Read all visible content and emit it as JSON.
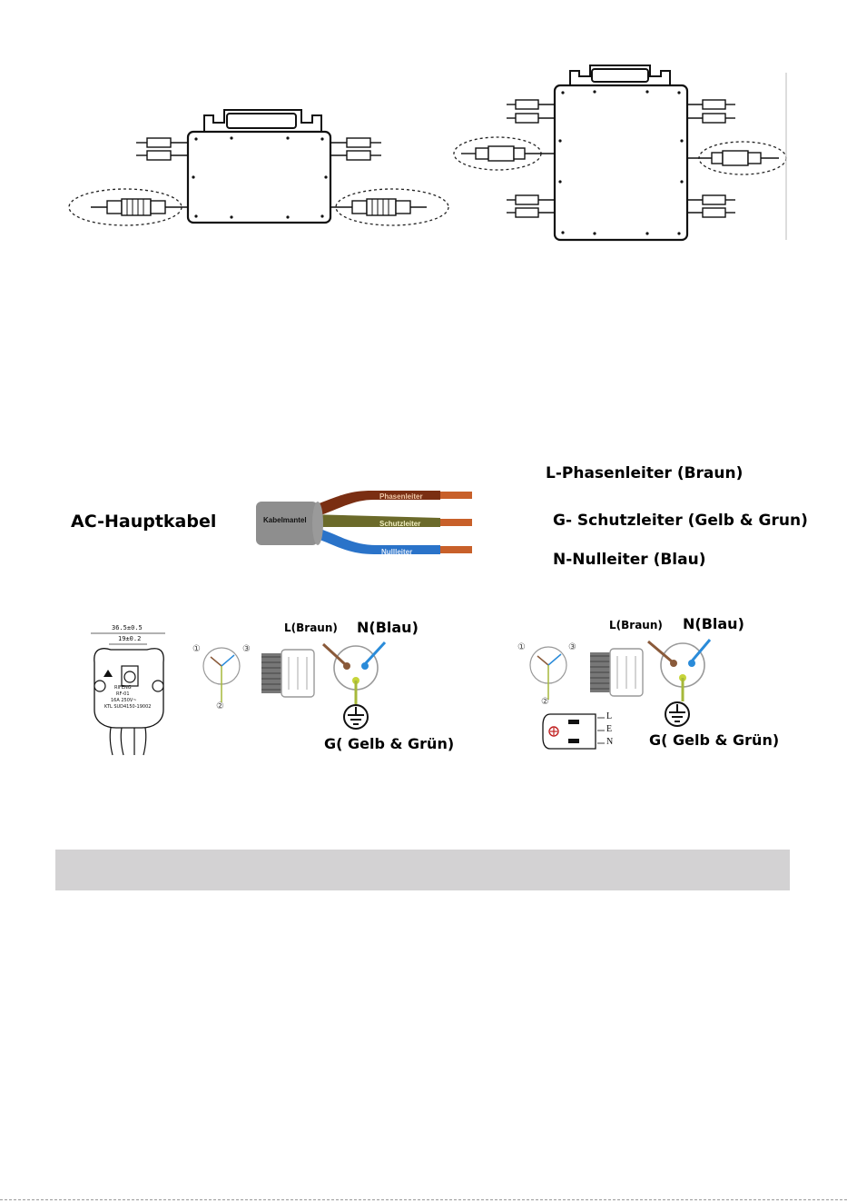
{
  "cable": {
    "title": "AC-Hauptkabel",
    "jacket": "Kabelmantel",
    "wire_phase": "Phasenleiter",
    "wire_earth": "Schutzleiter",
    "wire_neutral": "Nullleiter",
    "legend": {
      "l": "L-Phasenleiter (Braun)",
      "g": "G- Schutzleiter (Gelb & Grun)",
      "n": "N-Nulleiter (Blau)"
    }
  },
  "plug_left": {
    "l_label": "L(Braun)",
    "n_label": "N(Blau)",
    "g_label": "G( Gelb & Grün)",
    "dims": [
      "36.5±0.5",
      "19±0.2"
    ],
    "stamp": [
      "RIFENG",
      "RF-01",
      "16A 250V~",
      "KTL SUD4150-19002"
    ],
    "pins": [
      "①",
      "③",
      "②"
    ]
  },
  "plug_right": {
    "l_label": "L(Braun)",
    "n_label": "N(Blau)",
    "g_label": "G( Gelb & Grün)",
    "pins": [
      "①",
      "③",
      "②"
    ],
    "socket_letters": [
      "L",
      "E",
      "N"
    ]
  },
  "colors": {
    "brown": "#7a2e12",
    "olive": "#6b6a2a",
    "blue": "#2a73c9",
    "copper": "#c8602a",
    "band": "#d3d2d3"
  }
}
